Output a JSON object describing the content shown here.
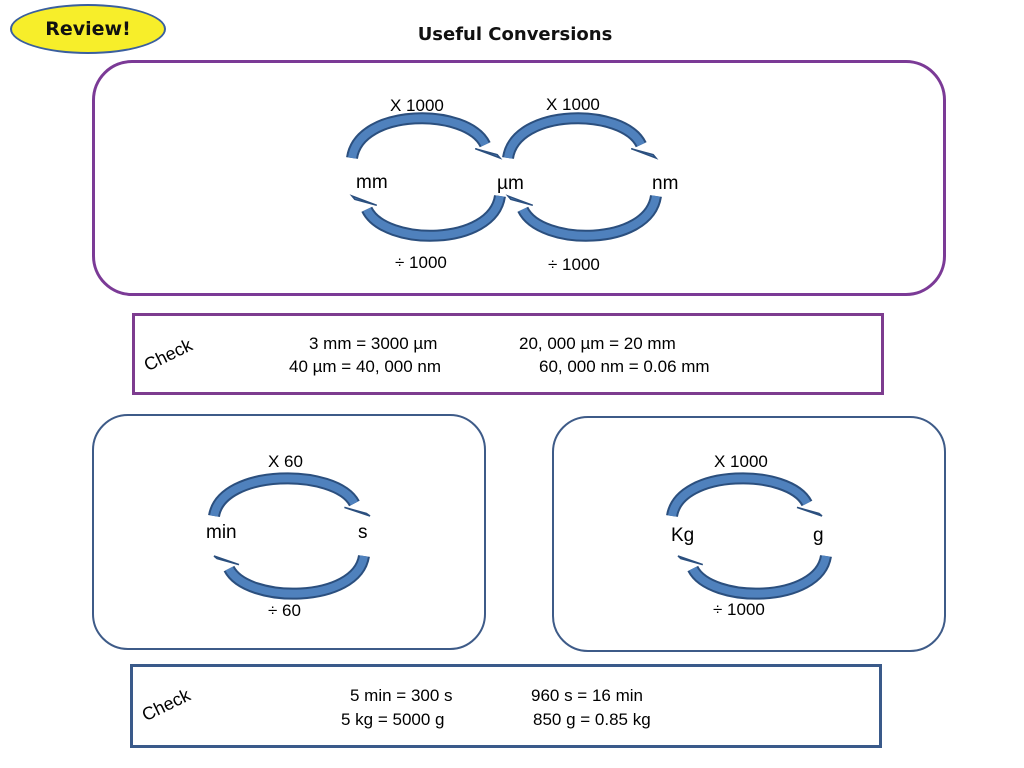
{
  "badge": "Review!",
  "title": "Useful Conversions",
  "length": {
    "units": [
      "mm",
      "µm",
      "nm"
    ],
    "multiply_labels": [
      "X 1000",
      "X 1000"
    ],
    "divide_labels": [
      "÷ 1000",
      "÷ 1000"
    ]
  },
  "check1": {
    "word": "Check",
    "equations": [
      "3 mm = 3000 µm",
      "20, 000 µm  = 20 mm",
      "40 µm = 40, 000 nm",
      "60, 000 nm = 0.06 mm"
    ]
  },
  "time": {
    "from": "min",
    "to": "s",
    "multiply": "X 60",
    "divide": "÷ 60"
  },
  "mass": {
    "from": "Kg",
    "to": "g",
    "multiply": "X 1000",
    "divide": "÷ 1000"
  },
  "check2": {
    "word": "Check",
    "equations": [
      "5 min = 300 s",
      "960 s = 16 min",
      "5 kg = 5000 g",
      "850 g = 0.85 kg"
    ]
  },
  "colors": {
    "arrow_fill": "#4f81bd",
    "arrow_stroke": "#2b4f7e",
    "badge_fill": "#f7ee2a",
    "panel_purple": "#7b3a96",
    "panel_blue": "#3e5b88"
  }
}
